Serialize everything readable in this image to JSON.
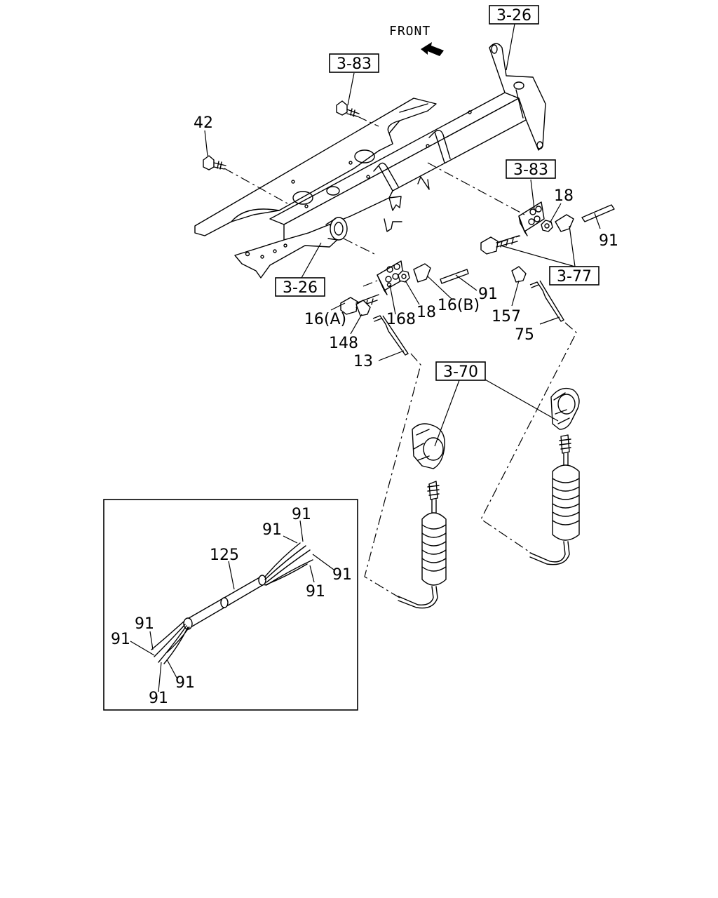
{
  "diagram": {
    "front_label": "FRONT",
    "reference_boxes": {
      "ref_3_26_top": "3-26",
      "ref_3_83_top": "3-83",
      "ref_3_83_right": "3-83",
      "ref_3_26_left": "3-26",
      "ref_3_77": "3-77",
      "ref_3_70": "3-70"
    },
    "part_labels": {
      "p42": "42",
      "p18_right": "18",
      "p91_right": "91",
      "p16A": "16(A)",
      "p168": "168",
      "p18_mid": "18",
      "p16B": "16(B)",
      "p91_mid": "91",
      "p157": "157",
      "p75": "75",
      "p148": "148",
      "p13": "13"
    },
    "inset_labels": {
      "i125": "125",
      "i91_a": "91",
      "i91_b": "91",
      "i91_c": "91",
      "i91_d": "91",
      "i91_e": "91",
      "i91_f": "91",
      "i91_g": "91",
      "i91_h": "91"
    }
  }
}
